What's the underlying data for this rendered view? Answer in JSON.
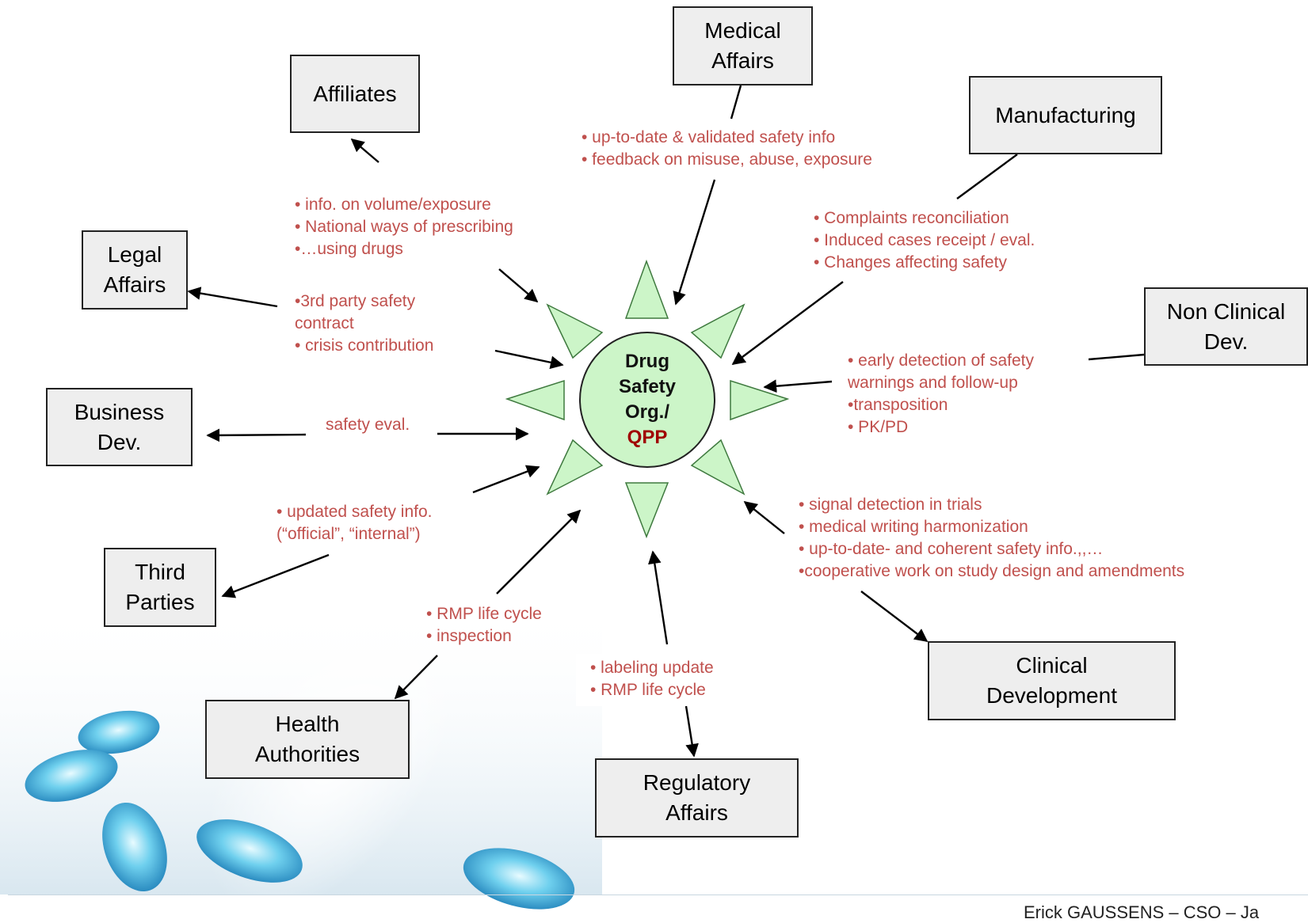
{
  "center": {
    "lines": [
      "Drug",
      "Safety",
      "Org./"
    ],
    "highlight": "QPP"
  },
  "boxes": {
    "affiliates": "Affiliates",
    "medical_affairs": "Medical\nAffairs",
    "manufacturing": "Manufacturing",
    "legal_affairs": "Legal\nAffairs",
    "non_clinical_dev": "Non Clinical\nDev.",
    "business_dev": "Business\nDev.",
    "third_parties": "Third\nParties",
    "health_authorities": "Health\nAuthorities",
    "regulatory_affairs": "Regulatory\nAffairs",
    "clinical_development": "Clinical\nDevelopment"
  },
  "notes": {
    "medical_affairs": [
      "• up-to-date & validated safety info",
      "• feedback on misuse, abuse, exposure"
    ],
    "affiliates": [
      "• info. on volume/exposure",
      "• National ways of prescribing",
      "•…using drugs"
    ],
    "manufacturing": [
      "• Complaints reconciliation",
      "• Induced cases receipt / eval.",
      "• Changes affecting safety"
    ],
    "legal_affairs": [
      "•3rd party safety",
      "contract",
      "• crisis contribution"
    ],
    "non_clinical": [
      "• early detection of safety",
      "warnings and follow-up",
      "•transposition",
      "• PK/PD"
    ],
    "business_dev": [
      "safety eval."
    ],
    "third_parties": [
      "• updated safety info.",
      "(“official”,  “internal”)"
    ],
    "clinical": [
      "• signal detection in trials",
      "• medical writing harmonization",
      "• up-to-date- and coherent safety info.,,…",
      "•cooperative work on study design and amendments"
    ],
    "health_authorities": [
      "• RMP life cycle",
      "• inspection"
    ],
    "regulatory_affairs": [
      "• labeling update",
      "• RMP life cycle"
    ]
  },
  "footer": "Erick GAUSSENS – CSO – Ja",
  "colors": {
    "note_text": "#c0504d",
    "qpp": "#a00000",
    "sun_fill": "#ccf5c8",
    "sun_stroke": "#3f7a3f",
    "box_fill": "#eeeeee"
  }
}
